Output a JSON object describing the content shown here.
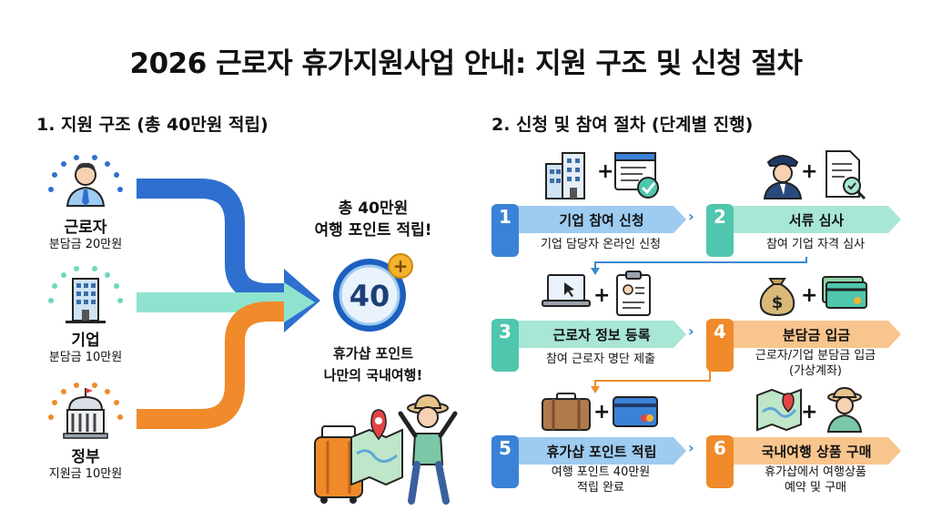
{
  "title": "2026 근로자 휴가지원사업 안내: 지원 구조 및 신청 절차",
  "section1": {
    "title": "1. 지원 구조 (총 40만원 적립)",
    "contributors": [
      {
        "name": "근로자",
        "amount": "분담금 20만원",
        "icon": "worker-icon",
        "color": "#2f6fd0"
      },
      {
        "name": "기업",
        "amount": "분담금 10만원",
        "icon": "company-building-icon",
        "color": "#6fd6c0"
      },
      {
        "name": "정부",
        "amount": "지원금 10만원",
        "icon": "government-building-icon",
        "color": "#f08a2a"
      }
    ],
    "total_lines": [
      "총 40만원",
      "여행 포인트 적립!"
    ],
    "badge_value": "40",
    "badge_plus": "+",
    "slogan_lines": [
      "휴가샵 포인트",
      "나만의 국내여행!"
    ]
  },
  "section2": {
    "title": "2. 신청 및 참여 절차 (단계별 진행)",
    "plus_sign": "+",
    "steps": [
      {
        "num": "1",
        "title": "기업 참여 신청",
        "desc": [
          "기업 담당자 온라인 신청"
        ],
        "color": "#3b82d6",
        "light": "#9ecbf0",
        "icons": [
          "office-building-icon",
          "online-form-check-icon"
        ]
      },
      {
        "num": "2",
        "title": "서류 심사",
        "desc": [
          "참여 기업 자격 심사"
        ],
        "color": "#4fc6ad",
        "light": "#a8e6d6",
        "icons": [
          "reviewer-officer-icon",
          "document-search-icon"
        ]
      },
      {
        "num": "3",
        "title": "근로자 정보 등록",
        "desc": [
          "참여 근로자 명단 제출"
        ],
        "color": "#4fc6ad",
        "light": "#a8e6d6",
        "icons": [
          "laptop-icon",
          "clipboard-profile-icon"
        ]
      },
      {
        "num": "4",
        "title": "분담금 입금",
        "desc": [
          "근로자/기업 분담금 입금",
          "(가상계좌)"
        ],
        "color": "#f08a2a",
        "light": "#f9c58e",
        "icons": [
          "money-bag-icon",
          "cash-card-icon"
        ]
      },
      {
        "num": "5",
        "title": "휴가샵 포인트 적립",
        "desc": [
          "여행 포인트 40만원",
          "적립 완료"
        ],
        "color": "#3b82d6",
        "light": "#9ecbf0",
        "icons": [
          "suitcase-icon",
          "credit-card-icon"
        ]
      },
      {
        "num": "6",
        "title": "국내여행 상품 구매",
        "desc": [
          "휴가샵에서 여행상품",
          "예약 및 구매"
        ],
        "color": "#f08a2a",
        "light": "#f9c58e",
        "icons": [
          "travel-map-icon",
          "traveler-icon"
        ]
      }
    ]
  },
  "colors": {
    "blue": "#2f6fd0",
    "teal": "#6fd6c0",
    "orange": "#f08a2a",
    "arrow_connector": "#3a8ad0"
  }
}
